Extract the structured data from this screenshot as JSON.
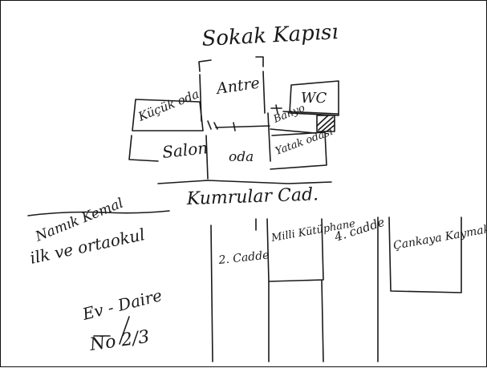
{
  "labels": {
    "title": "Sokak Kapısı",
    "antre": "Antre",
    "wc": "WC",
    "kucuk_oda": "Küçük oda",
    "banyo": "Banyo",
    "salon": "Salon",
    "oda": "oda",
    "yatak_odasi": "Yatak odası",
    "kumrular": "Kumrular Cad.",
    "namik_kemal_1": "Namık Kemal",
    "namik_kemal_2": "ilk ve ortaokul",
    "ikinci_cadde": "2. Cadde",
    "milli_kutuphane": "Milli Kütüphane",
    "dorduncu_cadde": "4. cadde",
    "cankaya_kaymakamlik": "Çankaya Kaymakamlık",
    "daire_1": "Ev - Daire",
    "daire_2": "No 2/3"
  }
}
